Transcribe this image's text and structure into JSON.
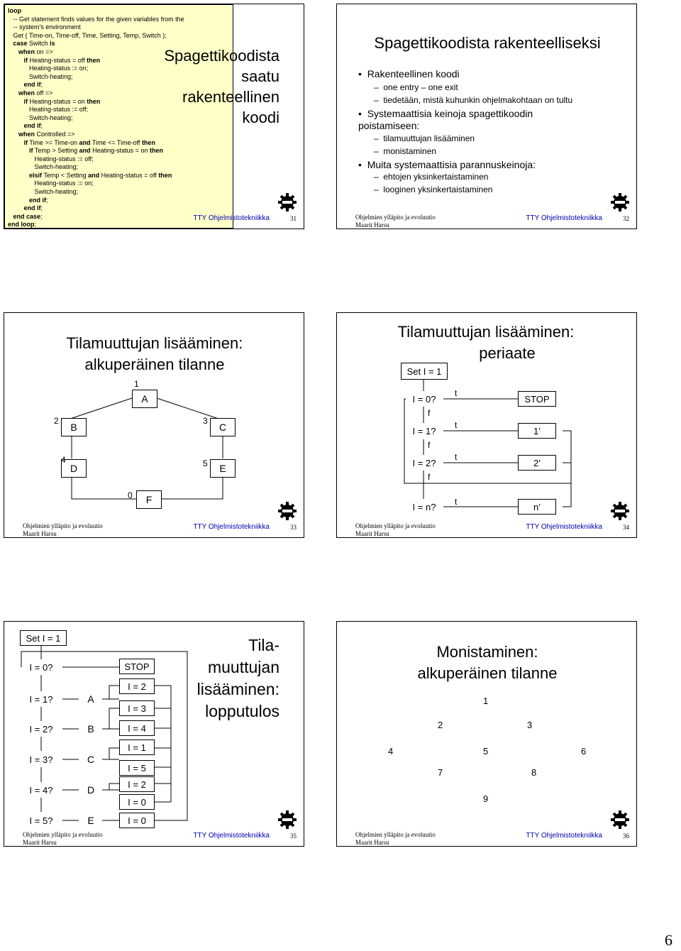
{
  "footer": {
    "course_line1": "Ohjelmien ylläpito ja evoluutio",
    "course_line2": "Maarit Harsu",
    "dept": "TTY Ohjelmistotekniikka"
  },
  "page_number": "6",
  "s31": {
    "num": "31",
    "title_lines": [
      "Spagettikoodista",
      "saatu",
      "rakenteellinen",
      "koodi"
    ],
    "code": [
      "loop",
      "   -- Get statement finds values for the given variables from the",
      "   -- system's environment",
      "   Get ( Time-on, Time-off, Time, Setting, Temp, Switch );",
      "   case Switch is",
      "      when on =>",
      "         if Heating-status = off then",
      "            Heating-status := on;",
      "            Switch-heating;",
      "         end if;",
      "      when off =>",
      "         if Heating-status = on then",
      "            Heating-status := off;",
      "            Switch-heating;",
      "         end if;",
      "      when Controlled =>",
      "         if Time >= Time-on and Time <= Time-off then",
      "            if Temp > Setting and Heating-status = on then",
      "               Heating-status := off;",
      "               Switch-heating;",
      "            elsif Temp < Setting and Heating-status = off then",
      "               Heating-status := on;",
      "               Switch-heating;",
      "            end if;",
      "         end if;",
      "   end case;",
      "end loop;"
    ]
  },
  "s32": {
    "num": "32",
    "title": "Spagettikoodista rakenteelliseksi",
    "b1": "Rakenteellinen koodi",
    "b1a": "one entry – one exit",
    "b1b": "tiedetään, mistä kuhunkin ohjelmakohtaan on tultu",
    "b2": "Systemaattisia keinoja spagettikoodin poistamiseen:",
    "b2a": "tilamuuttujan lisääminen",
    "b2b": "monistaminen",
    "b3": "Muita systemaattisia parannuskeinoja:",
    "b3a": "ehtojen yksinkertaistaminen",
    "b3b": "looginen yksinkertaistaminen"
  },
  "s33": {
    "num": "33",
    "title1": "Tilamuuttujan lisääminen:",
    "title2": "alkuperäinen tilanne",
    "nodes": {
      "A": "A",
      "B": "B",
      "C": "C",
      "D": "D",
      "E": "E",
      "F": "F"
    },
    "labels": {
      "n1": "1",
      "n2": "2",
      "n3": "3",
      "n4": "4",
      "n5": "5",
      "n0": "0"
    }
  },
  "s34": {
    "num": "34",
    "title1": "Tilamuuttujan lisääminen:",
    "title2": "periaate",
    "set": "Set I = 1",
    "conds": [
      "I = 0?",
      "I = 1?",
      "I = 2?",
      "I = n?"
    ],
    "results": [
      "STOP",
      "1’",
      "2’",
      "n’"
    ],
    "t": "t",
    "f": "f"
  },
  "s35": {
    "num": "35",
    "title": [
      "Tila-",
      "muuttujan",
      "lisääminen:",
      "lopputulos"
    ],
    "set": "Set I = 1",
    "conds": [
      "I = 0?",
      "I = 1?",
      "I = 2?",
      "I = 3?",
      "I = 4?",
      "I = 5?"
    ],
    "blocks": [
      "A",
      "B",
      "C",
      "D",
      "E"
    ],
    "assign": [
      "STOP",
      "I = 2",
      "I = 3",
      "I = 4",
      "I = 1",
      "I = 5",
      "I = 2",
      "I = 0",
      "I = 0"
    ]
  },
  "s36": {
    "num": "36",
    "title1": "Monistaminen:",
    "title2": "alkuperäinen tilanne",
    "n": [
      "1",
      "2",
      "3",
      "4",
      "5",
      "6",
      "7",
      "8",
      "9"
    ]
  }
}
